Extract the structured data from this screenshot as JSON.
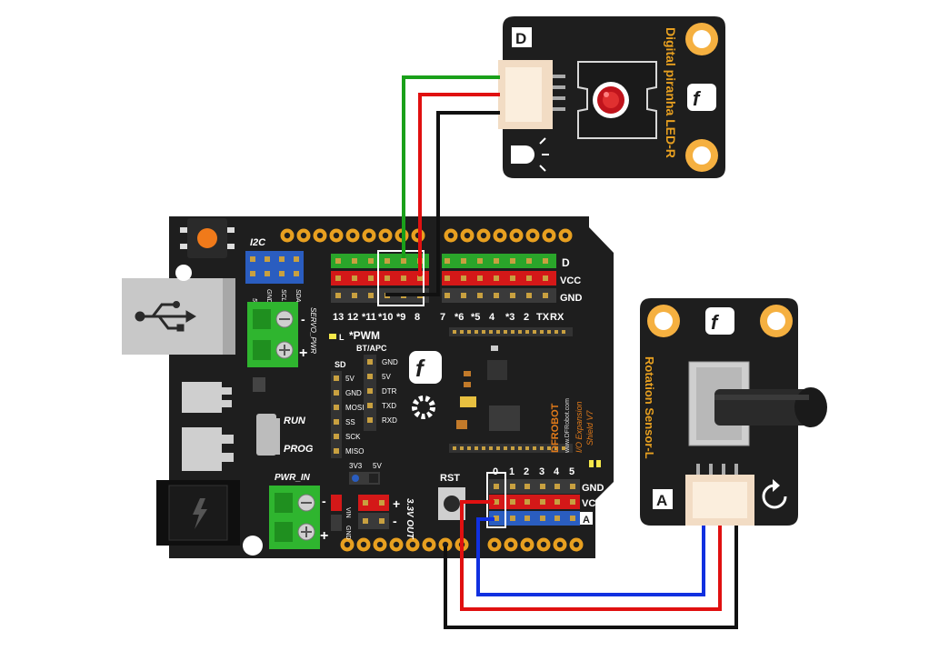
{
  "led_module": {
    "title": "Digital piranha LED-R",
    "type_tag": "D"
  },
  "sensor_module": {
    "title": "Rotation Sensor-L",
    "type_tag": "A"
  },
  "shield": {
    "i2c_label": "I2C",
    "i2c_pins": [
      "5V",
      "GND",
      "SCL",
      "SDA"
    ],
    "servo_pwr_label": "SERVO_PWR",
    "pwm_note": "*PWM",
    "l_label": "L",
    "digital_pins": [
      "13",
      "12",
      "*11",
      "*10",
      "*9",
      "8",
      "7",
      "*6",
      "*5",
      "4",
      "*3",
      "2",
      "TX",
      "RX"
    ],
    "row_labels_digital": [
      "D",
      "VCC",
      "GND"
    ],
    "row_labels_analog": [
      "GND",
      "VCC",
      "A"
    ],
    "analog_pins": [
      "0",
      "1",
      "2",
      "3",
      "4",
      "5"
    ],
    "btapc_label": "BT/APC",
    "btapc_pins": [
      "GND",
      "5V",
      "DTR",
      "TXD",
      "RXD"
    ],
    "sd_label": "SD",
    "sd_pins": [
      "5V",
      "GND",
      "MOSI",
      "SS",
      "SCK",
      "MISO"
    ],
    "run_label": "RUN",
    "prog_label": "PROG",
    "pwr_in_label": "PWR_IN",
    "volt_select": [
      "3V3",
      "5V"
    ],
    "rst_label": "RST",
    "vin_gnd": [
      "VIN",
      "GND"
    ],
    "out_label": "3.3V OUT",
    "brand_text": "DFROBOT",
    "url_text": "www.DFRobot.com",
    "product_line1": "I/O Expansion",
    "product_line2": "Shield V7"
  },
  "wires": {
    "signal_d": "#1aa01a",
    "power": "#e01010",
    "ground": "#111111",
    "signal_a": "#1030e0"
  },
  "colors": {
    "board": "#1e1e1e",
    "module": "#1e1e1e",
    "pin_green": "#2aa52a",
    "pin_red": "#d41818",
    "pin_black": "#3a3a3a",
    "pin_blue": "#2a5dc0",
    "gold": "#e8a020",
    "terminal": "#2fb52f"
  }
}
